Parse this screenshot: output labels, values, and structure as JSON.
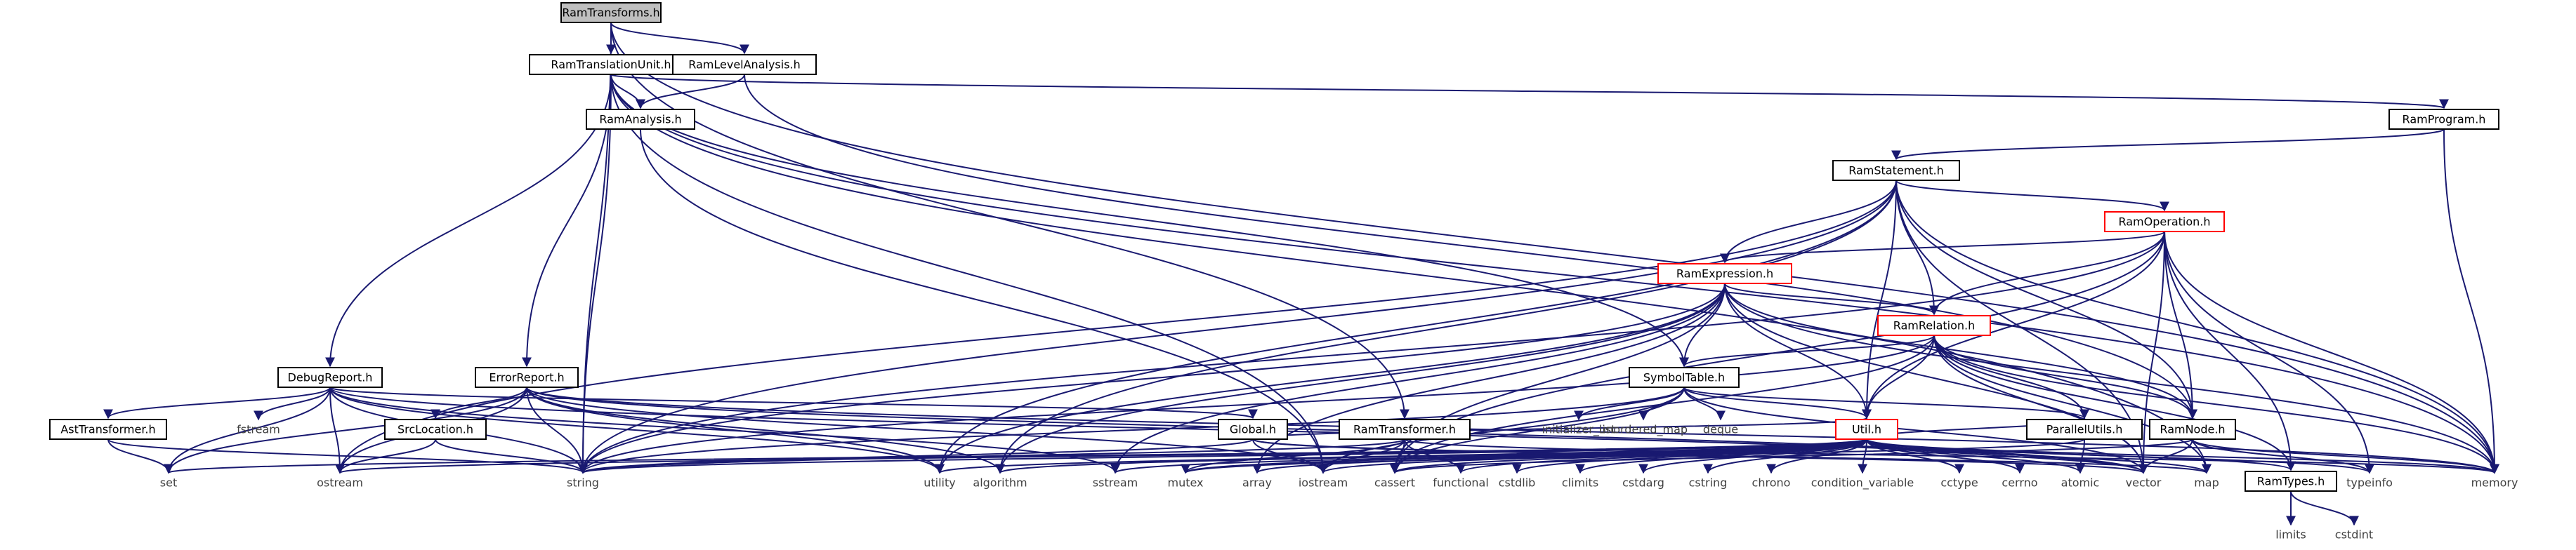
{
  "nodes": [
    {
      "id": "RamTransforms",
      "label": "RamTransforms.h",
      "style": "root"
    },
    {
      "id": "RamTranslationUnit",
      "label": "RamTranslationUnit.h",
      "style": "box"
    },
    {
      "id": "RamLevelAnalysis",
      "label": "RamLevelAnalysis.h",
      "style": "box"
    },
    {
      "id": "RamAnalysis",
      "label": "RamAnalysis.h",
      "style": "box"
    },
    {
      "id": "RamProgram",
      "label": "RamProgram.h",
      "style": "box"
    },
    {
      "id": "RamStatement",
      "label": "RamStatement.h",
      "style": "box"
    },
    {
      "id": "RamOperation",
      "label": "RamOperation.h",
      "style": "red"
    },
    {
      "id": "RamExpression",
      "label": "RamExpression.h",
      "style": "red"
    },
    {
      "id": "RamRelation",
      "label": "RamRelation.h",
      "style": "red"
    },
    {
      "id": "SymbolTable",
      "label": "SymbolTable.h",
      "style": "box"
    },
    {
      "id": "DebugReport",
      "label": "DebugReport.h",
      "style": "box"
    },
    {
      "id": "ErrorReport",
      "label": "ErrorReport.h",
      "style": "box"
    },
    {
      "id": "AstTransformer",
      "label": "AstTransformer.h",
      "style": "box"
    },
    {
      "id": "SrcLocation",
      "label": "SrcLocation.h",
      "style": "box"
    },
    {
      "id": "Global",
      "label": "Global.h",
      "style": "box"
    },
    {
      "id": "RamTransformer",
      "label": "RamTransformer.h",
      "style": "box"
    },
    {
      "id": "Util",
      "label": "Util.h",
      "style": "red"
    },
    {
      "id": "ParallelUtils",
      "label": "ParallelUtils.h",
      "style": "box"
    },
    {
      "id": "RamNode",
      "label": "RamNode.h",
      "style": "box"
    },
    {
      "id": "RamTypes",
      "label": "RamTypes.h",
      "style": "box"
    },
    {
      "id": "fstream",
      "label": "fstream",
      "style": "plain"
    },
    {
      "id": "initializer_list",
      "label": "initializer_list",
      "style": "plain"
    },
    {
      "id": "unordered_map",
      "label": "unordered_map",
      "style": "plain"
    },
    {
      "id": "deque",
      "label": "deque",
      "style": "plain"
    },
    {
      "id": "set",
      "label": "set",
      "style": "plain"
    },
    {
      "id": "ostream",
      "label": "ostream",
      "style": "plain"
    },
    {
      "id": "string",
      "label": "string",
      "style": "plain"
    },
    {
      "id": "utility",
      "label": "utility",
      "style": "plain"
    },
    {
      "id": "algorithm",
      "label": "algorithm",
      "style": "plain"
    },
    {
      "id": "sstream",
      "label": "sstream",
      "style": "plain"
    },
    {
      "id": "mutex",
      "label": "mutex",
      "style": "plain"
    },
    {
      "id": "array",
      "label": "array",
      "style": "plain"
    },
    {
      "id": "iostream",
      "label": "iostream",
      "style": "plain"
    },
    {
      "id": "cassert",
      "label": "cassert",
      "style": "plain"
    },
    {
      "id": "functional",
      "label": "functional",
      "style": "plain"
    },
    {
      "id": "cstdlib",
      "label": "cstdlib",
      "style": "plain"
    },
    {
      "id": "climits",
      "label": "climits",
      "style": "plain"
    },
    {
      "id": "cstdarg",
      "label": "cstdarg",
      "style": "plain"
    },
    {
      "id": "cstring",
      "label": "cstring",
      "style": "plain"
    },
    {
      "id": "chrono",
      "label": "chrono",
      "style": "plain"
    },
    {
      "id": "condition_variable",
      "label": "condition_variable",
      "style": "plain"
    },
    {
      "id": "cctype",
      "label": "cctype",
      "style": "plain"
    },
    {
      "id": "cerrno",
      "label": "cerrno",
      "style": "plain"
    },
    {
      "id": "atomic",
      "label": "atomic",
      "style": "plain"
    },
    {
      "id": "vector",
      "label": "vector",
      "style": "plain"
    },
    {
      "id": "map",
      "label": "map",
      "style": "plain"
    },
    {
      "id": "typeinfo",
      "label": "typeinfo",
      "style": "plain"
    },
    {
      "id": "memory",
      "label": "memory",
      "style": "plain"
    },
    {
      "id": "limits",
      "label": "limits",
      "style": "plain"
    },
    {
      "id": "cstdint",
      "label": "cstdint",
      "style": "plain"
    }
  ],
  "edges": [
    [
      "RamTransforms",
      "RamTranslationUnit"
    ],
    [
      "RamTransforms",
      "RamLevelAnalysis"
    ],
    [
      "RamTransforms",
      "RamTransformer"
    ],
    [
      "RamTransforms",
      "string"
    ],
    [
      "RamTransforms",
      "memory"
    ],
    [
      "RamLevelAnalysis",
      "RamAnalysis"
    ],
    [
      "RamLevelAnalysis",
      "RamNode"
    ],
    [
      "RamTranslationUnit",
      "RamAnalysis"
    ],
    [
      "RamTranslationUnit",
      "RamProgram"
    ],
    [
      "RamTranslationUnit",
      "DebugReport"
    ],
    [
      "RamTranslationUnit",
      "ErrorReport"
    ],
    [
      "RamTranslationUnit",
      "SymbolTable"
    ],
    [
      "RamTranslationUnit",
      "string"
    ],
    [
      "RamTranslationUnit",
      "map"
    ],
    [
      "RamTranslationUnit",
      "memory"
    ],
    [
      "RamTranslationUnit",
      "iostream"
    ],
    [
      "RamAnalysis",
      "iostream"
    ],
    [
      "RamProgram",
      "RamStatement"
    ],
    [
      "RamProgram",
      "memory"
    ],
    [
      "RamStatement",
      "RamOperation"
    ],
    [
      "RamStatement",
      "RamExpression"
    ],
    [
      "RamStatement",
      "RamRelation"
    ],
    [
      "RamStatement",
      "RamNode"
    ],
    [
      "RamStatement",
      "Util"
    ],
    [
      "RamStatement",
      "string"
    ],
    [
      "RamStatement",
      "utility"
    ],
    [
      "RamStatement",
      "algorithm"
    ],
    [
      "RamStatement",
      "ostream"
    ],
    [
      "RamStatement",
      "vector"
    ],
    [
      "RamStatement",
      "memory"
    ],
    [
      "RamOperation",
      "RamExpression"
    ],
    [
      "RamOperation",
      "RamRelation"
    ],
    [
      "RamOperation",
      "RamNode"
    ],
    [
      "RamOperation",
      "Util"
    ],
    [
      "RamOperation",
      "RamTypes"
    ],
    [
      "RamOperation",
      "string"
    ],
    [
      "RamOperation",
      "cassert"
    ],
    [
      "RamOperation",
      "vector"
    ],
    [
      "RamOperation",
      "memory"
    ],
    [
      "RamOperation",
      "typeinfo"
    ],
    [
      "RamExpression",
      "RamRelation"
    ],
    [
      "RamExpression",
      "SymbolTable"
    ],
    [
      "RamExpression",
      "Util"
    ],
    [
      "RamExpression",
      "RamNode"
    ],
    [
      "RamExpression",
      "string"
    ],
    [
      "RamExpression",
      "utility"
    ],
    [
      "RamExpression",
      "algorithm"
    ],
    [
      "RamExpression",
      "sstream"
    ],
    [
      "RamExpression",
      "array"
    ],
    [
      "RamExpression",
      "cassert"
    ],
    [
      "RamExpression",
      "vector"
    ],
    [
      "RamExpression",
      "memory"
    ],
    [
      "RamRelation",
      "SymbolTable"
    ],
    [
      "RamRelation",
      "ParallelUtils"
    ],
    [
      "RamRelation",
      "Util"
    ],
    [
      "RamRelation",
      "RamNode"
    ],
    [
      "RamRelation",
      "RamTypes"
    ],
    [
      "RamRelation",
      "string"
    ],
    [
      "RamRelation",
      "cassert"
    ],
    [
      "RamRelation",
      "vector"
    ],
    [
      "RamRelation",
      "map"
    ],
    [
      "RamRelation",
      "memory"
    ],
    [
      "SymbolTable",
      "ParallelUtils"
    ],
    [
      "SymbolTable",
      "Util"
    ],
    [
      "SymbolTable",
      "initializer_list"
    ],
    [
      "SymbolTable",
      "unordered_map"
    ],
    [
      "SymbolTable",
      "deque"
    ],
    [
      "SymbolTable",
      "iostream"
    ],
    [
      "SymbolTable",
      "string"
    ],
    [
      "SymbolTable",
      "cassert"
    ],
    [
      "SymbolTable",
      "vector"
    ],
    [
      "DebugReport",
      "AstTransformer"
    ],
    [
      "DebugReport",
      "fstream"
    ],
    [
      "DebugReport",
      "set"
    ],
    [
      "DebugReport",
      "ostream"
    ],
    [
      "DebugReport",
      "string"
    ],
    [
      "DebugReport",
      "sstream"
    ],
    [
      "DebugReport",
      "vector"
    ],
    [
      "DebugReport",
      "utility"
    ],
    [
      "DebugReport",
      "Global"
    ],
    [
      "ErrorReport",
      "SrcLocation"
    ],
    [
      "ErrorReport",
      "set"
    ],
    [
      "ErrorReport",
      "ostream"
    ],
    [
      "ErrorReport",
      "string"
    ],
    [
      "ErrorReport",
      "algorithm"
    ],
    [
      "ErrorReport",
      "iostream"
    ],
    [
      "ErrorReport",
      "utility"
    ],
    [
      "ErrorReport",
      "vector"
    ],
    [
      "ErrorReport",
      "memory"
    ],
    [
      "AstTransformer",
      "set"
    ],
    [
      "AstTransformer",
      "string"
    ],
    [
      "SrcLocation",
      "ostream"
    ],
    [
      "SrcLocation",
      "string"
    ],
    [
      "Global",
      "Util"
    ],
    [
      "Global",
      "iostream"
    ],
    [
      "Global",
      "string"
    ],
    [
      "Global",
      "vector"
    ],
    [
      "Global",
      "map"
    ],
    [
      "RamTransformer",
      "iostream"
    ],
    [
      "RamTransformer",
      "cassert"
    ],
    [
      "RamTransformer",
      "functional"
    ],
    [
      "RamTransformer",
      "memory"
    ],
    [
      "RamTransformer",
      "string"
    ],
    [
      "RamTransformer",
      "mutex"
    ],
    [
      "Util",
      "ParallelUtils"
    ],
    [
      "Util",
      "RamTypes"
    ],
    [
      "Util",
      "set"
    ],
    [
      "Util",
      "ostream"
    ],
    [
      "Util",
      "string"
    ],
    [
      "Util",
      "utility"
    ],
    [
      "Util",
      "algorithm"
    ],
    [
      "Util",
      "sstream"
    ],
    [
      "Util",
      "mutex"
    ],
    [
      "Util",
      "array"
    ],
    [
      "Util",
      "iostream"
    ],
    [
      "Util",
      "cassert"
    ],
    [
      "Util",
      "functional"
    ],
    [
      "Util",
      "cstdlib"
    ],
    [
      "Util",
      "climits"
    ],
    [
      "Util",
      "cstdarg"
    ],
    [
      "Util",
      "cstring"
    ],
    [
      "Util",
      "chrono"
    ],
    [
      "Util",
      "condition_variable"
    ],
    [
      "Util",
      "cctype"
    ],
    [
      "Util",
      "cerrno"
    ],
    [
      "Util",
      "atomic"
    ],
    [
      "Util",
      "vector"
    ],
    [
      "Util",
      "map"
    ],
    [
      "Util",
      "typeinfo"
    ],
    [
      "Util",
      "memory"
    ],
    [
      "ParallelUtils",
      "atomic"
    ],
    [
      "ParallelUtils",
      "mutex"
    ],
    [
      "RamNode",
      "vector"
    ],
    [
      "RamNode",
      "memory"
    ],
    [
      "RamNode",
      "typeinfo"
    ],
    [
      "RamNode",
      "cassert"
    ],
    [
      "RamTypes",
      "limits"
    ],
    [
      "RamTypes",
      "cstdint"
    ]
  ]
}
